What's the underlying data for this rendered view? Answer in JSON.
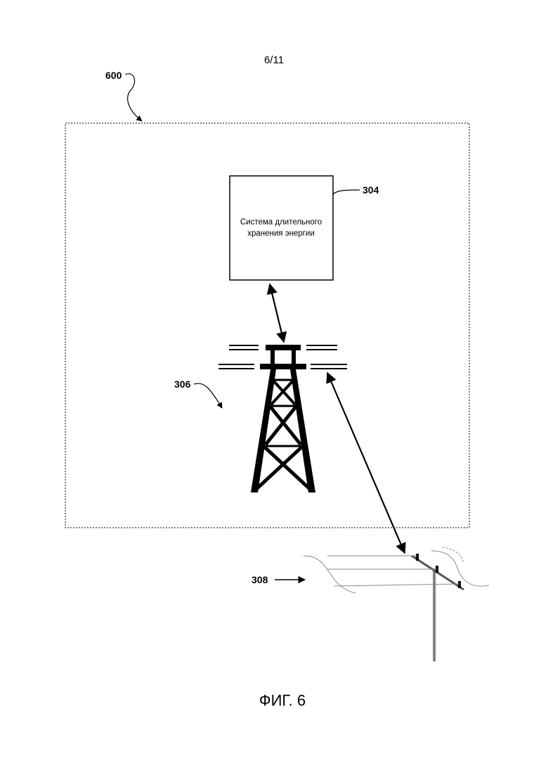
{
  "page_number": "6/11",
  "figure_ref": "600",
  "storage_system": {
    "ref": "304",
    "label_line1": "Система длительного",
    "label_line2": "хранения энергии"
  },
  "transmission_tower": {
    "ref": "306"
  },
  "distribution_lines": {
    "ref": "308"
  },
  "caption": "ФИГ. 6"
}
